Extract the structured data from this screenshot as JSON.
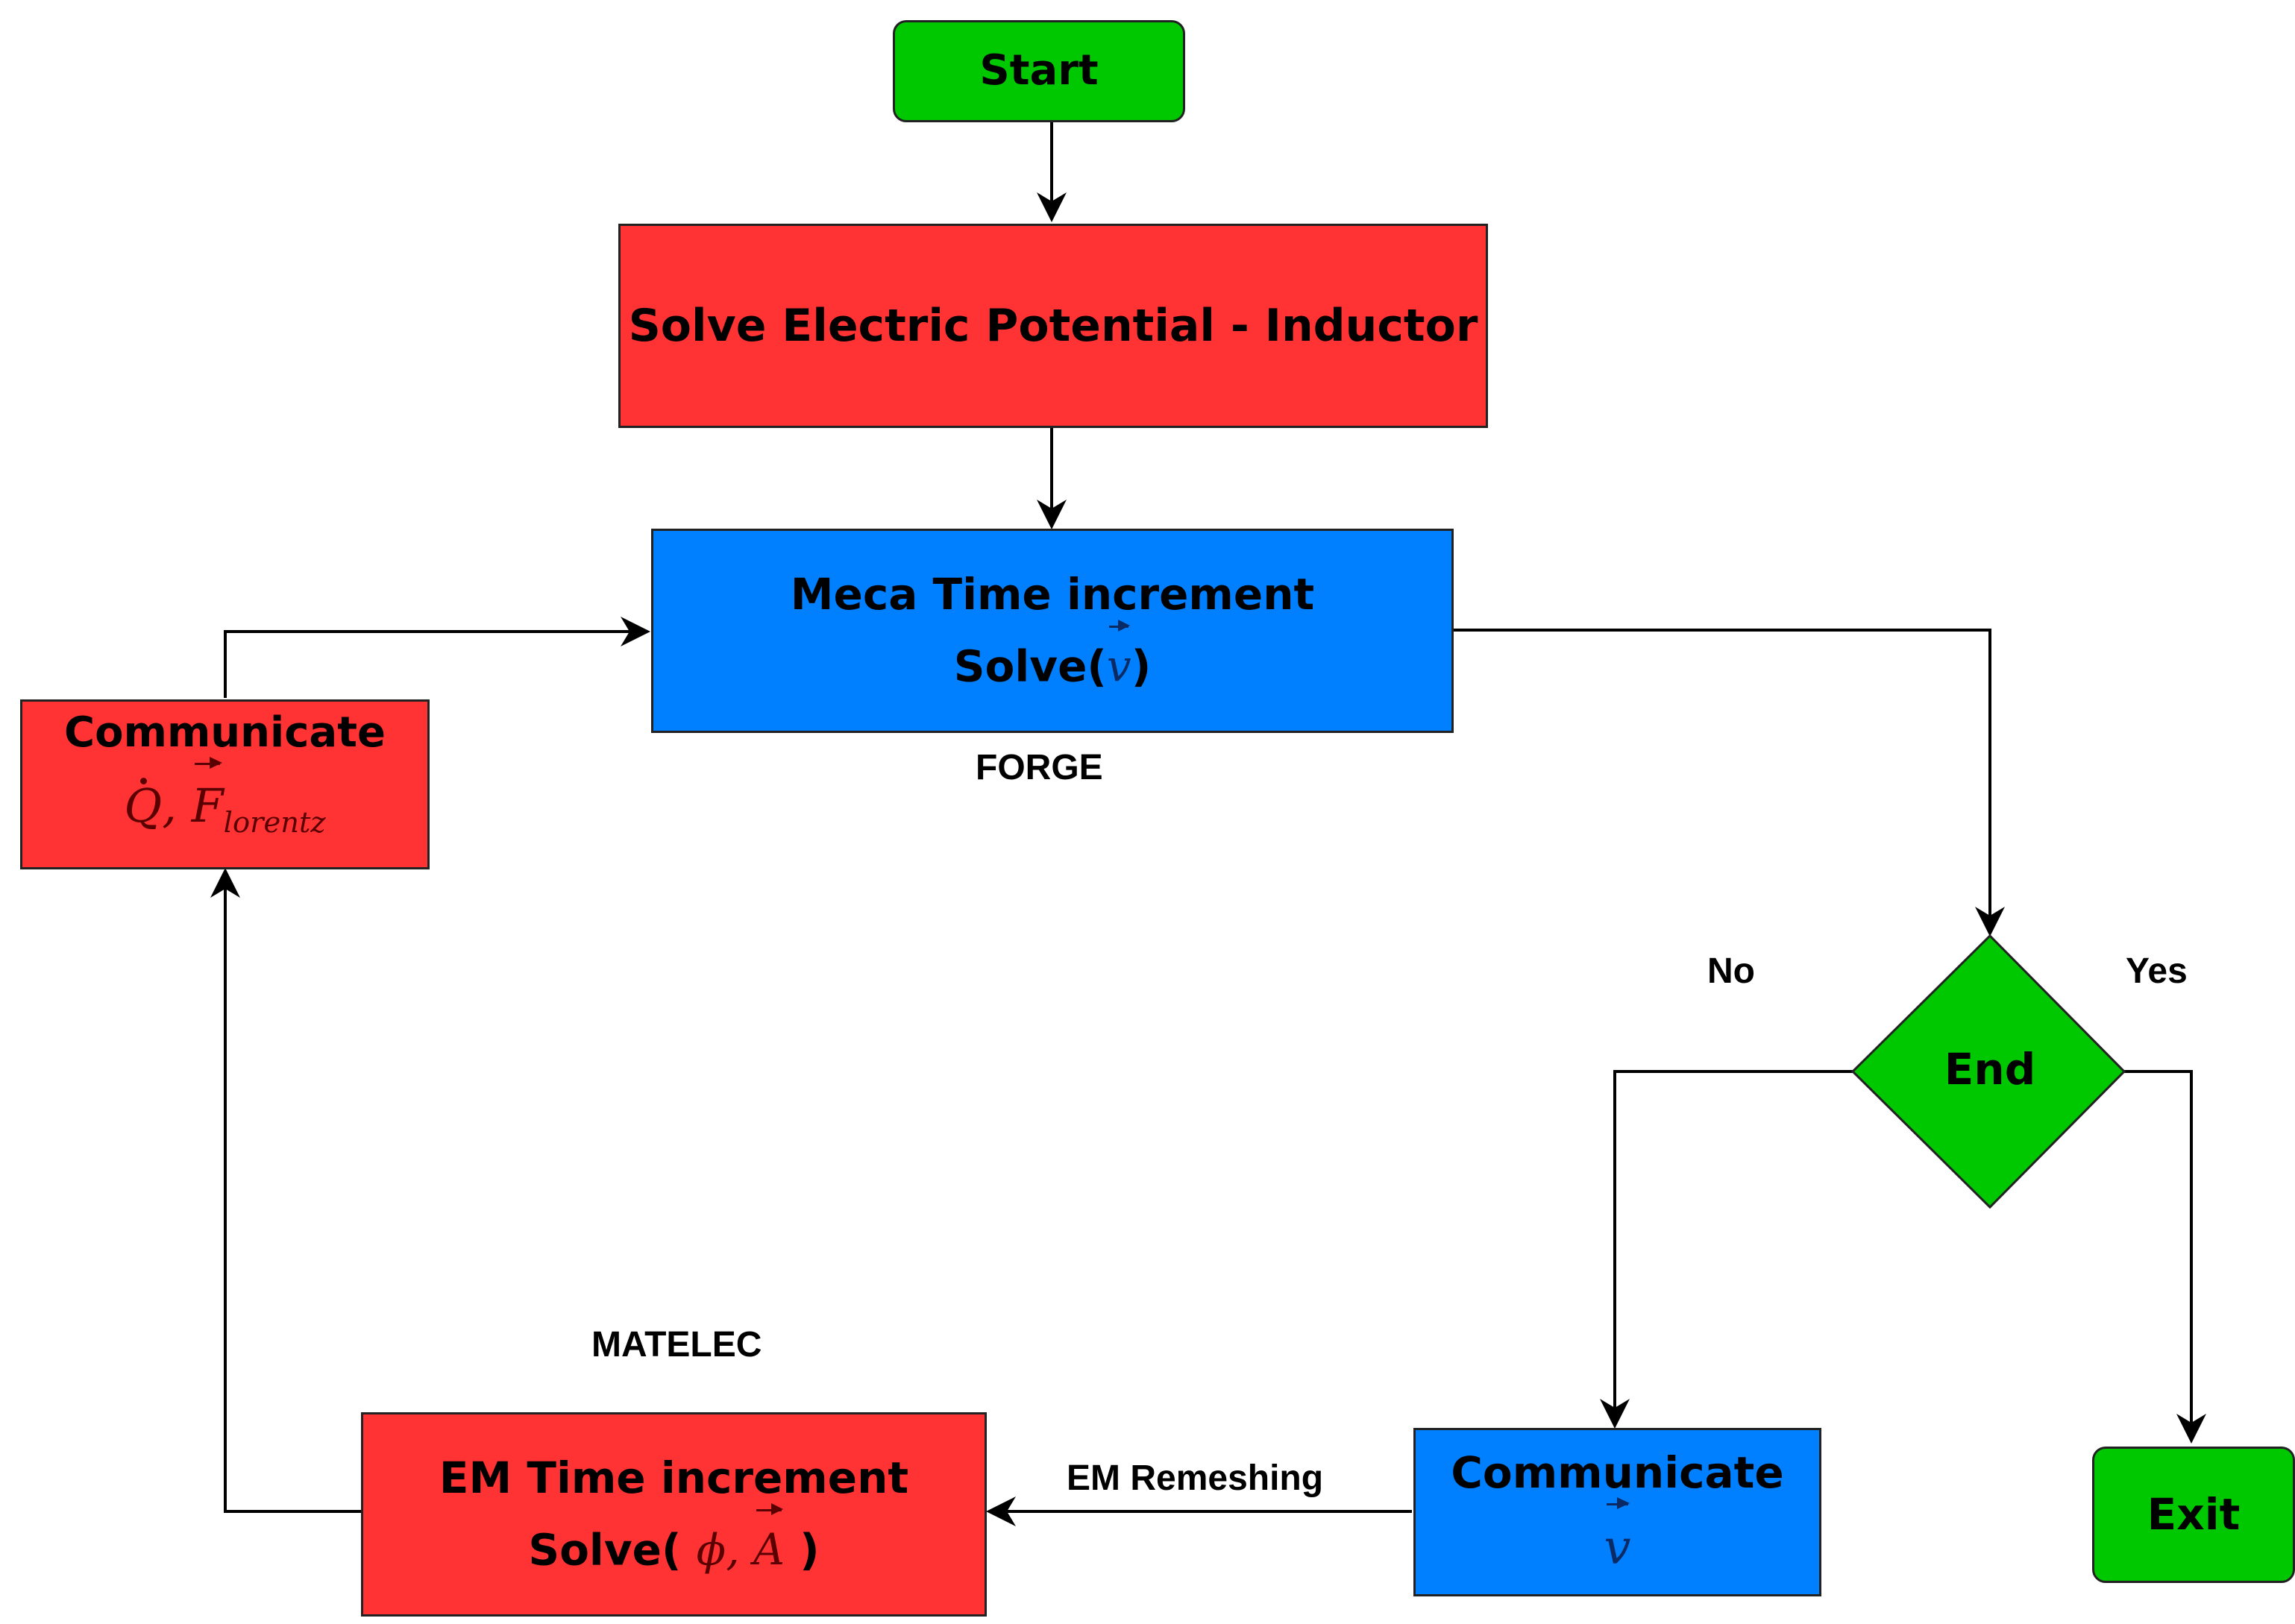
{
  "nodes": {
    "start": {
      "label": "Start"
    },
    "solve_electric": {
      "label": "Solve Electric Potential - Inductor"
    },
    "meca_time": {
      "line1": "Meca Time increment",
      "line2_prefix": "Solve(",
      "line2_symbol": "v",
      "line2_suffix": ")"
    },
    "communicate_left": {
      "line1": "Communicate",
      "symbol_q": "Q",
      "separator": ", ",
      "symbol_f": "F",
      "subscript": "lorentz"
    },
    "end": {
      "label": "End"
    },
    "communicate_right": {
      "line1": "Communicate",
      "symbol_v": "v"
    },
    "em_time": {
      "line1": "EM Time increment",
      "line2_prefix": "Solve( ",
      "symbol_phi": "ϕ",
      "separator": ", ",
      "symbol_a": "A",
      "line2_suffix": " )"
    },
    "exit": {
      "label": "Exit"
    }
  },
  "labels": {
    "forge": "FORGE",
    "matelec": "MATELEC",
    "no": "No",
    "yes": "Yes",
    "em_remeshing": "EM Remeshing"
  },
  "colors": {
    "terminal_green": "#00c800",
    "process_red": "#ff3333",
    "process_blue": "#0080ff",
    "edge": "#000000"
  }
}
